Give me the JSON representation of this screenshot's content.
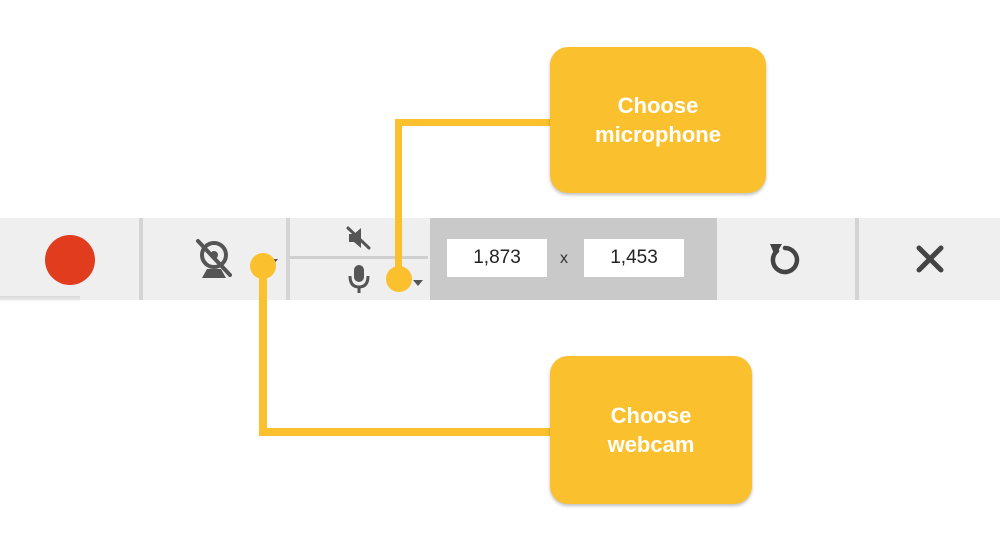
{
  "toolbar": {
    "record_color": "#e23c1f",
    "icons": {
      "record": "record-icon",
      "webcam": "webcam-off-icon",
      "speaker": "speaker-muted-icon",
      "microphone": "microphone-icon",
      "reset": "reset-icon",
      "close": "close-icon"
    },
    "width_value": "1,873",
    "separator": "x",
    "height_value": "1,453"
  },
  "annotations": {
    "accent_color": "#fbc02d",
    "microphone": {
      "line1": "Choose",
      "line2": "microphone"
    },
    "webcam": {
      "line1": "Choose",
      "line2": "webcam"
    }
  }
}
